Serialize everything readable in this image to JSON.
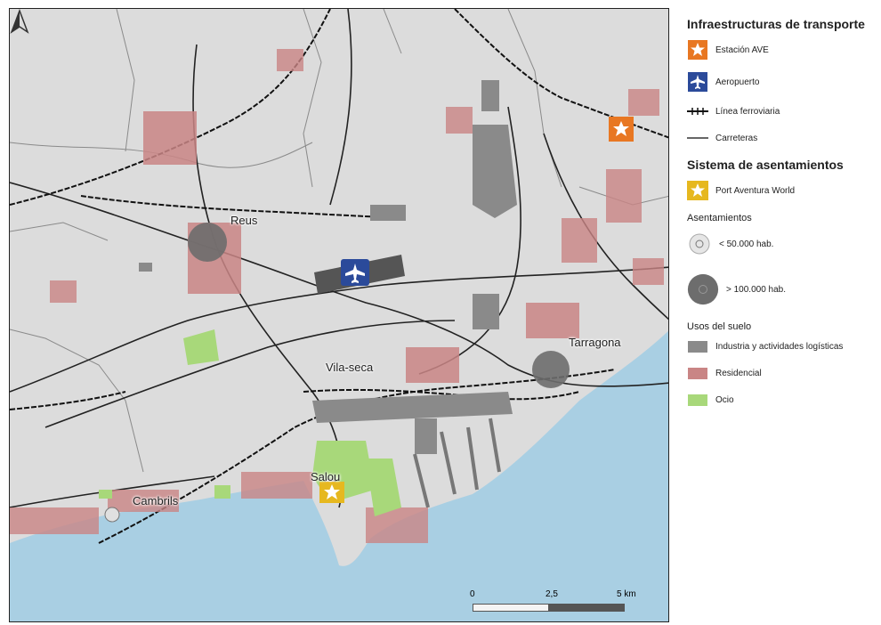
{
  "legend": {
    "transport_title": "Infraestructuras de transporte",
    "items_transport": [
      {
        "label": "Estación AVE",
        "icon": "train-station-icon",
        "color": "#e87722"
      },
      {
        "label": "Aeropuerto",
        "icon": "airplane-icon",
        "color": "#2b4a9a"
      },
      {
        "label": "Línea ferroviaria",
        "icon": "railway-line-icon"
      },
      {
        "label": "Carreteras",
        "icon": "road-line-icon"
      }
    ],
    "settlement_title": "Sistema de asentamientos",
    "port_aventura": {
      "label": "Port Aventura World",
      "icon": "star-icon",
      "color": "#e6b81f"
    },
    "settlements_subtitle": "Asentamientos",
    "size_small": "< 50.000 hab.",
    "size_large": "> 100.000 hab.",
    "landuse_subtitle": "Usos del suelo",
    "landuse": [
      {
        "label": "Industria y actividades logísticas",
        "color": "#8a8a8a"
      },
      {
        "label": "Residencial",
        "color": "#c98585"
      },
      {
        "label": "Ocio",
        "color": "#a8d87a"
      }
    ]
  },
  "map": {
    "labels": {
      "reus": "Reus",
      "tarragona": "Tarragona",
      "vila_seca": "Vila-seca",
      "salou": "Salou",
      "cambrils": "Cambrils"
    },
    "colors": {
      "land": "#dcdcdc",
      "sea": "#a9cfe3",
      "industry": "#8a8a8a",
      "residential": "#c98585",
      "leisure": "#a8d87a"
    }
  },
  "scale": {
    "labels": [
      "0",
      "2,5",
      "5 km"
    ]
  },
  "north_icon": "north-arrow-icon"
}
